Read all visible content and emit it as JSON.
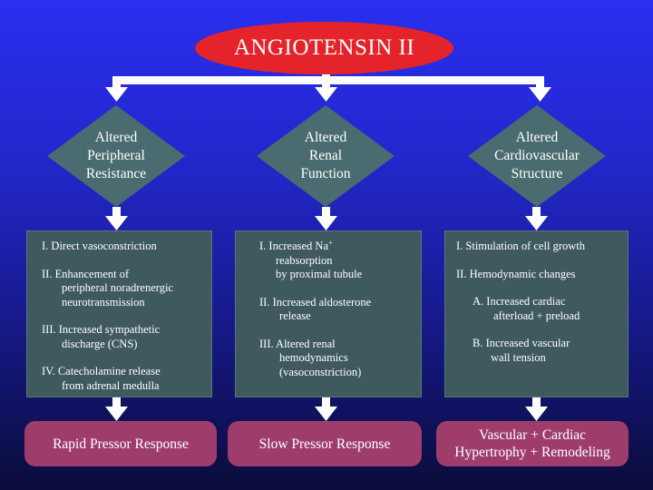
{
  "title": "ANGIOTENSIN II",
  "effects": [
    {
      "label_lines": [
        "Altered",
        "Peripheral",
        "Resistance"
      ],
      "details": [
        {
          "lines": [
            "I.   Direct vasoconstriction"
          ]
        },
        {
          "lines": [
            "II.  Enhancement of",
            "peripheral noradrenergic",
            "neurotransmission"
          ]
        },
        {
          "lines": [
            "III. Increased sympathetic",
            "discharge (CNS)"
          ]
        },
        {
          "lines": [
            "IV. Catecholamine release",
            "from adrenal medulla"
          ]
        }
      ],
      "outcome_lines": [
        "Rapid Pressor Response"
      ]
    },
    {
      "label_lines": [
        "Altered",
        "Renal",
        "Function"
      ],
      "details": [
        {
          "lines": [
            "I.   Increased Na",
            "reabsorption",
            "by proximal tubule"
          ],
          "superscript": "+"
        },
        {
          "lines": [
            "II.  Increased aldosterone",
            "release"
          ]
        },
        {
          "lines": [
            "III. Altered renal",
            "hemodynamics",
            "(vasoconstriction)"
          ]
        }
      ],
      "outcome_lines": [
        "Slow Pressor Response"
      ]
    },
    {
      "label_lines": [
        "Altered",
        "Cardiovascular",
        "Structure"
      ],
      "details": [
        {
          "lines": [
            "I.   Stimulation of cell growth"
          ]
        },
        {
          "lines": [
            "II.  Hemodynamic changes"
          ]
        },
        {
          "lines": [
            "A.  Increased cardiac",
            "afterload + preload"
          ]
        },
        {
          "lines": [
            "B.  Increased vascular",
            "wall tension"
          ]
        }
      ],
      "outcome_lines": [
        "Vascular + Cardiac",
        "Hypertrophy + Remodeling"
      ]
    }
  ],
  "colors": {
    "title_fill": "#e4242a",
    "diamond_fill": "#4a6c70",
    "box_fill": "#3f5a5e",
    "outcome_fill": "#9e3d6c",
    "arrow": "#ffffff"
  }
}
